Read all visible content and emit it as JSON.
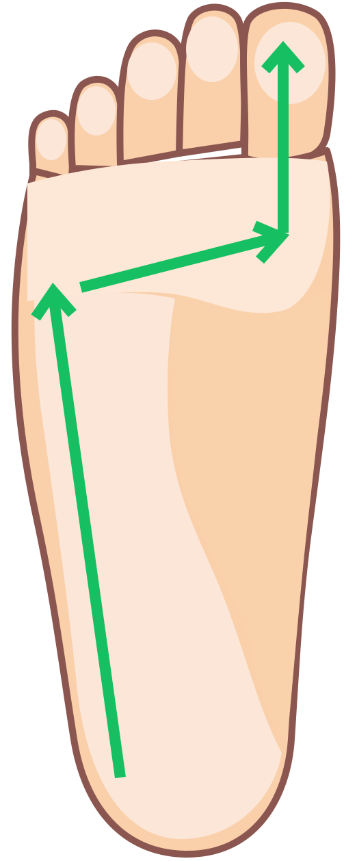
{
  "illustration": {
    "subject": "foot-sole",
    "colors": {
      "outline": "#8b5650",
      "skin_light": "#fbe6d8",
      "skin_mid": "#fde7d6",
      "skin_tone": "#f9d0aa",
      "arch_shade": "#f9d2ac",
      "arrow": "#16c062"
    },
    "arrows": [
      {
        "id": "heel-to-outer-forefoot",
        "from": "heel",
        "to": "outer-forefoot",
        "icon": "arrow-up-icon"
      },
      {
        "id": "outer-to-inner-ball",
        "from": "outer-forefoot",
        "to": "big-toe-ball",
        "icon": "arrow-right-icon"
      },
      {
        "id": "ball-to-big-toe",
        "from": "big-toe-ball",
        "to": "big-toe-tip",
        "icon": "arrow-up-icon"
      }
    ]
  }
}
